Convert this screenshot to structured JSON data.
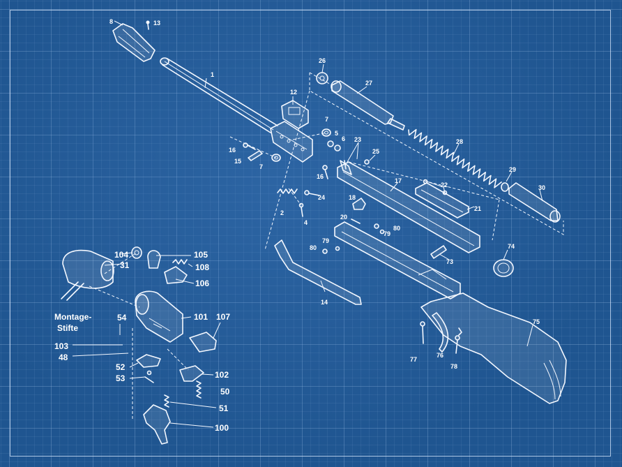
{
  "callouts": {
    "c1": "1",
    "c2": "2",
    "c4": "4",
    "c5": "5",
    "c6": "6",
    "c7a": "7",
    "c7b": "7",
    "c8": "8",
    "c12": "12",
    "c13": "13",
    "c14": "14",
    "c15": "15",
    "c16a": "16",
    "c16b": "16",
    "c17": "17",
    "c18": "18",
    "c20": "20",
    "c21": "21",
    "c22": "22",
    "c23": "23",
    "c24": "24",
    "c25": "25",
    "c26": "26",
    "c27": "27",
    "c28": "28",
    "c29": "29",
    "c30": "30",
    "c73": "73",
    "c74": "74",
    "c75": "75",
    "c76": "76",
    "c77": "77",
    "c78": "78",
    "c79a": "79",
    "c79b": "79",
    "c80a": "80",
    "c80b": "80"
  },
  "inset_callouts": {
    "c104": "104",
    "c31": "31",
    "c105": "105",
    "c108": "108",
    "c106": "106",
    "c101": "101",
    "c107": "107",
    "c54": "54",
    "c103": "103",
    "c48": "48",
    "c52": "52",
    "c102": "102",
    "c53": "53",
    "c50": "50",
    "c51": "51",
    "c100": "100",
    "montage_line1": "Montage-",
    "montage_line2": "Stifte"
  }
}
